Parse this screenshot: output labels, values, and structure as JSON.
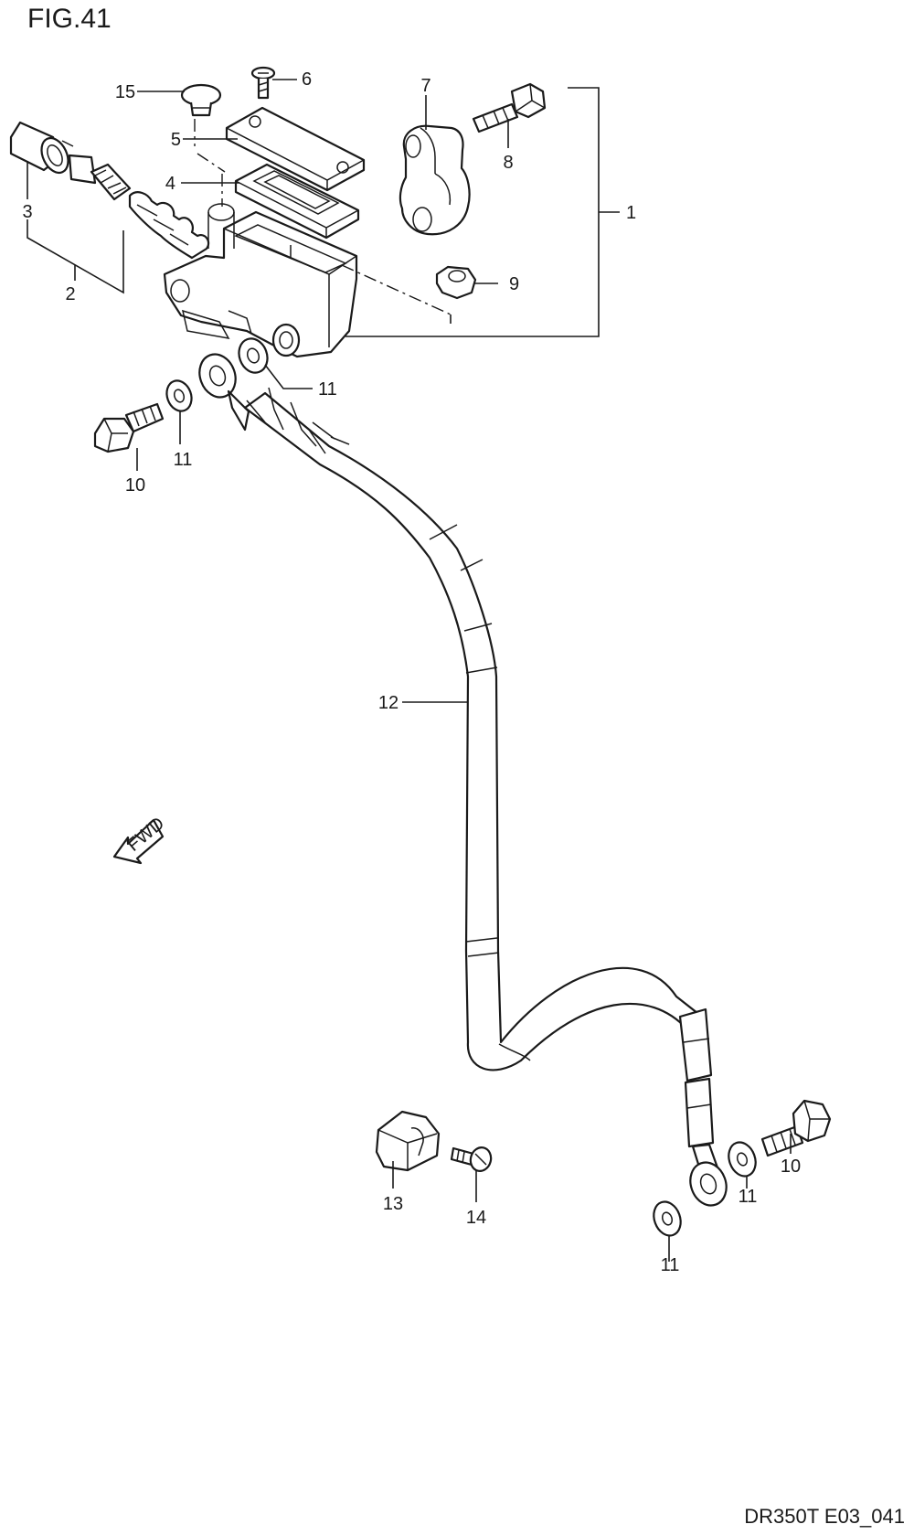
{
  "figure": {
    "title": "FIG.41",
    "code": "DR350T E03_041",
    "fwd_label": "FWD"
  },
  "callouts": {
    "c1": "1",
    "c2": "2",
    "c3": "3",
    "c4": "4",
    "c5": "5",
    "c6": "6",
    "c7": "7",
    "c8": "8",
    "c9": "9",
    "c10_upper": "10",
    "c10_lower": "10",
    "c11_upper_right": "11",
    "c11_upper_left": "11",
    "c11_lower_right": "11",
    "c11_lower_left": "11",
    "c12": "12",
    "c13": "13",
    "c14": "14",
    "c15": "15"
  }
}
